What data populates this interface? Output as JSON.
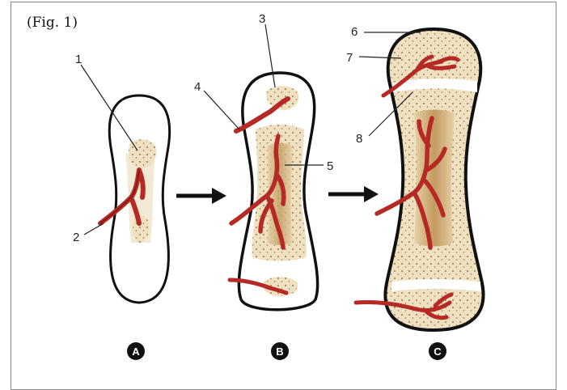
{
  "figure": {
    "label": "(Fig. 1)"
  },
  "callouts": [
    "1",
    "2",
    "3",
    "4",
    "5",
    "6",
    "7",
    "8"
  ],
  "stages": [
    "A",
    "B",
    "C"
  ],
  "colors": {
    "outline": "#111111",
    "cartilage": "#ffffff",
    "spongy_bone": "#eee0c0",
    "marrow": "#c9a36e",
    "vessel": "#b52a24",
    "vessel_dark": "#6d1512",
    "arrow": "#111111"
  }
}
